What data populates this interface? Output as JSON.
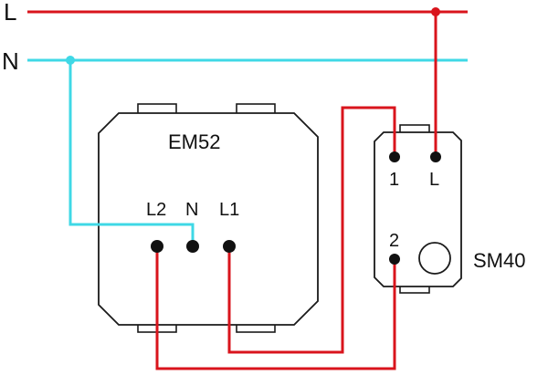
{
  "wiring": {
    "line_label": "L",
    "neutral_label": "N",
    "colors": {
      "line": "#d9141c",
      "neutral": "#3fd8e6",
      "outline": "#1a1a1a",
      "terminal": "#111111"
    }
  },
  "em52": {
    "name": "EM52",
    "terminals": [
      "L2",
      "N",
      "L1"
    ]
  },
  "sm40": {
    "name": "SM40",
    "terminals": [
      "1",
      "L",
      "2"
    ]
  }
}
